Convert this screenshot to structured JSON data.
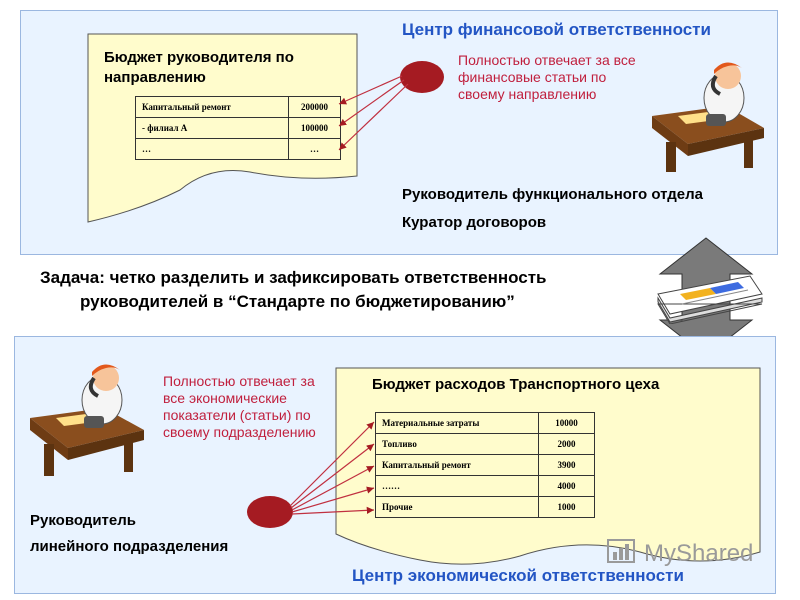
{
  "top": {
    "center_title": "Центр финансовой ответственности",
    "budget_title": "Бюджет руководителя по направлению",
    "table": [
      [
        "Капитальный ремонт",
        "200000"
      ],
      [
        " - филиал А",
        "100000"
      ],
      [
        "…",
        "…"
      ]
    ],
    "responsibility": "Полностью отвечает за все финансовые статьи по своему направлению",
    "role1": "Руководитель функционального отдела",
    "role2": "Куратор договоров"
  },
  "task": {
    "line1": "Задача: четко разделить и зафиксировать ответственность",
    "line2": "руководителей в “Стандарте по бюджетированию”"
  },
  "bottom": {
    "center_title": "Центр экономической ответственности",
    "budget_title": "Бюджет расходов Транспортного цеха",
    "table": [
      [
        "Материальные затраты",
        "10000"
      ],
      [
        "Топливо",
        "2000"
      ],
      [
        "Капитальный ремонт",
        "3900"
      ],
      [
        "……",
        "4000"
      ],
      [
        "Прочие",
        "1000"
      ]
    ],
    "responsibility": "Полностью отвечает за все экономические показатели (статьи) по своему подразделению",
    "role1": "Руководитель",
    "role2": "линейного подразделения"
  },
  "watermark": "MyShared",
  "colors": {
    "blue_title": "#2355c4",
    "red_text": "#c01f3d",
    "panel_bg": "#e9f3ff",
    "sheet_bg": "#fffccc",
    "oval": "#a51b22"
  }
}
